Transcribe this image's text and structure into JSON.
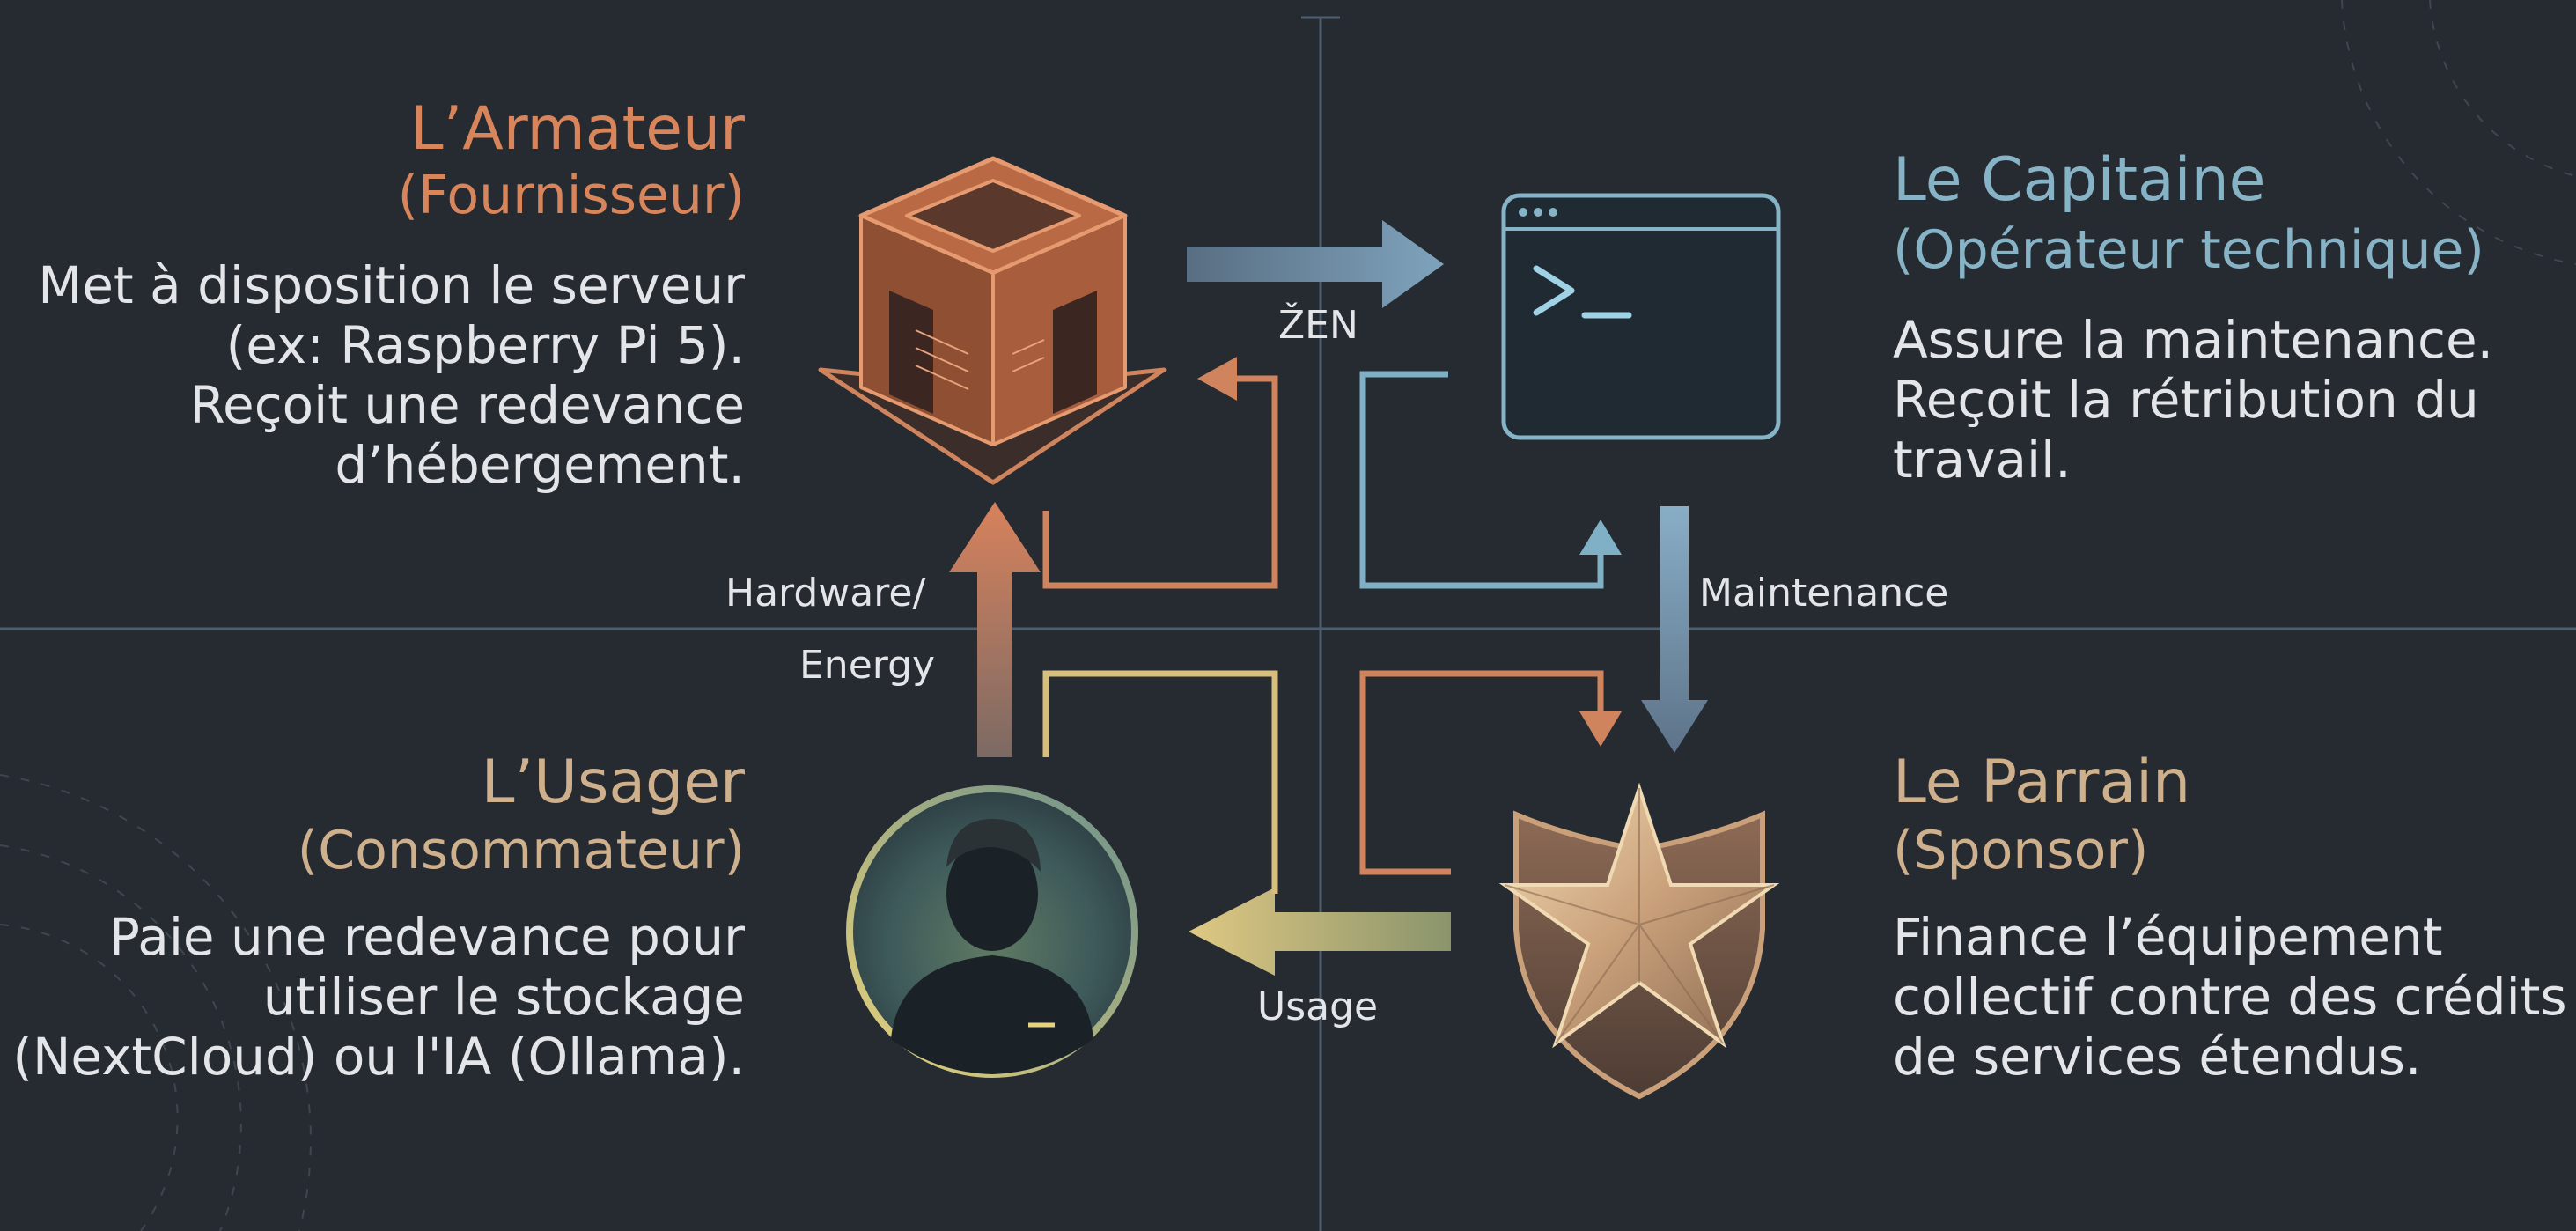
{
  "roles": {
    "armateur": {
      "title": "L’Armateur",
      "subtitle": "(Fournisseur)",
      "desc": [
        "Met à disposition le serveur",
        "(ex: Raspberry Pi 5).",
        "Reçoit une redevance",
        "d’hébergement."
      ],
      "icon": "server-building-icon"
    },
    "capitaine": {
      "title": "Le Capitaine",
      "subtitle": "(Opérateur technique)",
      "desc": [
        "Assure la maintenance.",
        "Reçoit la rétribution du",
        "travail."
      ],
      "icon": "terminal-window-icon"
    },
    "usager": {
      "title": "L’Usager",
      "subtitle": "(Consommateur)",
      "desc": [
        "Paie une redevance pour",
        "utiliser le stockage",
        "(NextCloud) ou l'IA (Ollama)."
      ],
      "icon": "user-avatar-icon"
    },
    "parrain": {
      "title": "Le Parrain",
      "subtitle": "(Sponsor)",
      "desc": [
        "Finance l’équipement",
        "collectif contre des crédits",
        "de services étendus."
      ],
      "icon": "star-shield-icon"
    }
  },
  "flows": {
    "zen": "ŽEN",
    "hardware_1": "Hardware/",
    "hardware_2": "Energy",
    "maintenance": "Maintenance",
    "usage": "Usage"
  },
  "colors": {
    "background": "#262a31",
    "armateur": "#d9855b",
    "capitaine": "#86b3c6",
    "usager": "#cfb08c",
    "parrain": "#cfb08c"
  }
}
